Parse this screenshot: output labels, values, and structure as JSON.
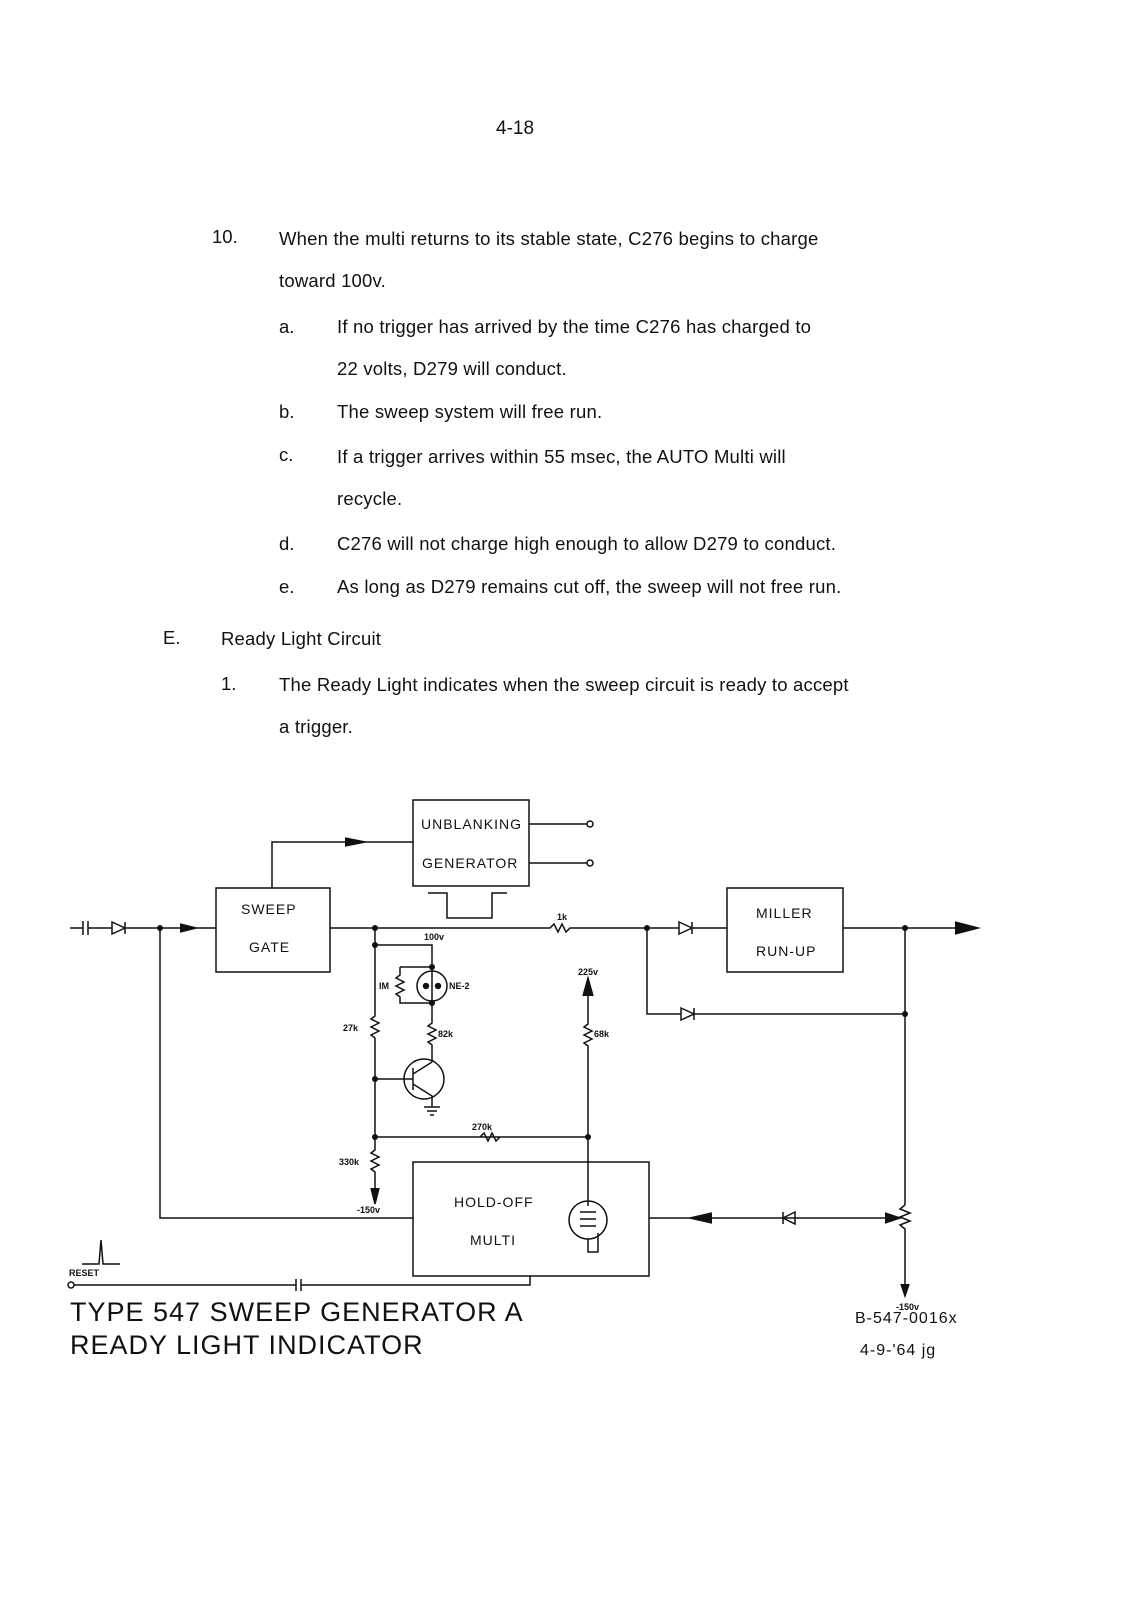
{
  "page_number": "4-18",
  "items": {
    "item10": {
      "num": "10.",
      "line1": "When the multi returns to its stable state, C276 begins to charge",
      "line2": "toward 100v."
    },
    "a": {
      "num": "a.",
      "line1": "If no trigger has arrived by the time C276 has charged to",
      "line2": "22 volts, D279 will conduct."
    },
    "b": {
      "num": "b.",
      "line1": "The sweep system will free run."
    },
    "c": {
      "num": "c.",
      "line1": "If a trigger arrives within 55 msec, the AUTO Multi will",
      "line2": "recycle."
    },
    "d": {
      "num": "d.",
      "line1": "C276 will not charge high enough to allow D279 to conduct."
    },
    "e": {
      "num": "e.",
      "line1": "As long as D279 remains cut off, the sweep will not free run."
    }
  },
  "section_e": {
    "num": "E.",
    "title": "Ready Light Circuit",
    "item1": {
      "num": "1.",
      "line1": "The Ready Light indicates when the sweep circuit is ready to accept",
      "line2": "a trigger."
    }
  },
  "diagram": {
    "sweep_gate": [
      "SWEEP",
      "GATE"
    ],
    "unblanking": [
      "UNBLANKING",
      "GENERATOR"
    ],
    "miller": [
      "MILLER",
      "RUN-UP"
    ],
    "holdoff": [
      "HOLD-OFF",
      "MULTI"
    ],
    "labels": {
      "r_1k": "1k",
      "v100": "100v",
      "r_1m": "IM",
      "ne2": "NE-2",
      "v225": "225v",
      "r_27k": "27k",
      "r_82k": "82k",
      "r_68k": "68k",
      "r_270k": "270k",
      "r_330k": "330k",
      "v_neg150_left": "-150v",
      "v_neg150_right": "-150v",
      "reset": "RESET"
    },
    "title_line1": "TYPE 547 SWEEP GENERATOR A",
    "title_line2": "READY LIGHT INDICATOR",
    "drawing_number": "B-547-0016x",
    "date": "4-9-'64 jg"
  }
}
